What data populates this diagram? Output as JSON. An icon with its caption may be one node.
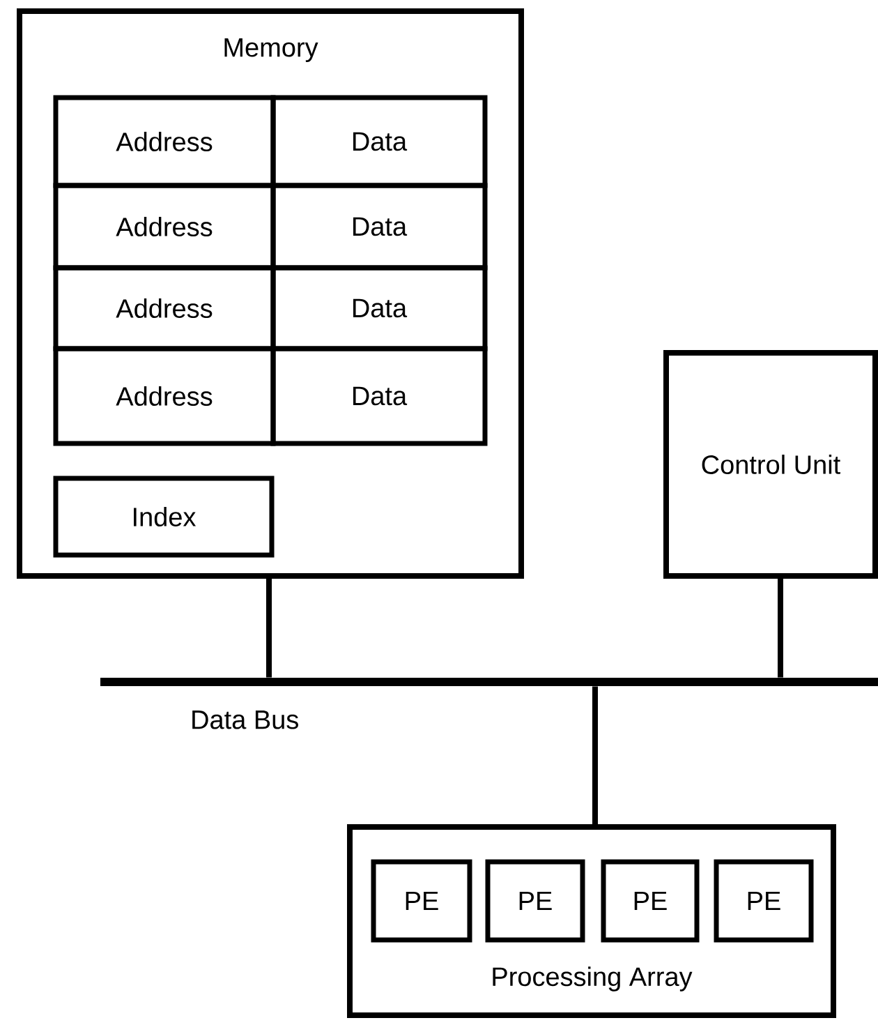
{
  "diagram": {
    "nodes": [
      {
        "text": [
          "Memory"
        ]
      },
      {
        "text": [
          "Address"
        ],
        "in": 0
      },
      {
        "text": [
          "Data"
        ],
        "in": 0
      },
      {
        "text": [
          "Address"
        ],
        "in": 0
      },
      {
        "text": [
          "Data"
        ],
        "in": 0
      },
      {
        "text": [
          "Address"
        ],
        "in": 0
      },
      {
        "text": [
          "Data"
        ],
        "in": 0
      },
      {
        "text": [
          "Address"
        ],
        "in": 0
      },
      {
        "text": [
          "Data"
        ],
        "in": 0
      },
      {
        "text": [
          "Index"
        ],
        "in": 0
      },
      {
        "text": [
          "Control Unit"
        ]
      },
      {
        "text": [],
        "shape": "bar",
        "beside": [
          "Data Bus"
        ]
      },
      {
        "text": [
          "Processing Array"
        ]
      },
      {
        "text": [
          "PE"
        ],
        "in": 12
      },
      {
        "text": [
          "PE"
        ],
        "in": 12
      },
      {
        "text": [
          "PE"
        ],
        "in": 12
      },
      {
        "text": [
          "PE"
        ],
        "in": 12
      }
    ],
    "edges": [
      {
        "from": 0,
        "to": 11,
        "arrow": "none"
      },
      {
        "from": 10,
        "to": 11,
        "arrow": "none"
      },
      {
        "from": 11,
        "to": 12,
        "arrow": "none"
      }
    ]
  }
}
